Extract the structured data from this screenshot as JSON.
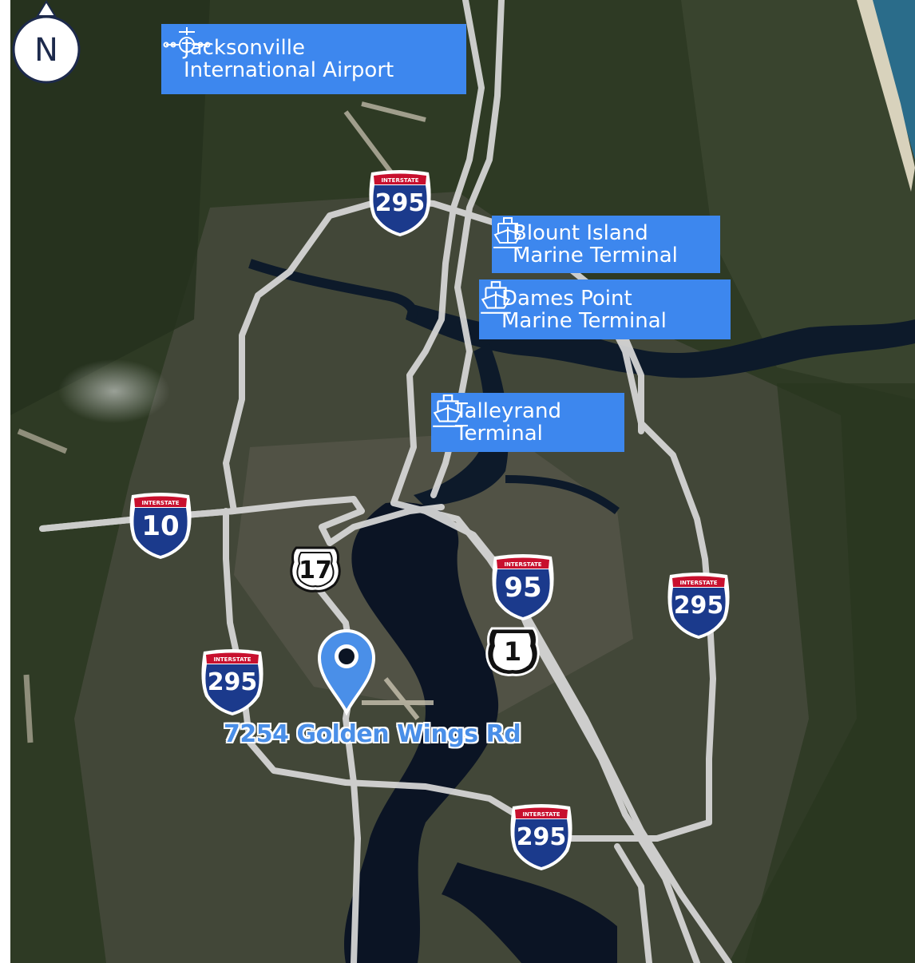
{
  "callouts": {
    "airport": {
      "line1": "Jacksonville",
      "line2": "International Airport",
      "icon": "airplane-icon"
    },
    "blount": {
      "line1": "Blount Island",
      "line2": "Marine Terminal",
      "icon": "ship-icon"
    },
    "dames": {
      "line1": "Dames Point",
      "line2": "Marine Terminal",
      "icon": "ship-icon"
    },
    "talleyrand": {
      "line1": "Talleyrand",
      "line2": "Terminal",
      "icon": "ship-icon"
    }
  },
  "shields": {
    "interstate_caption": "INTERSTATE",
    "i295_north": "295",
    "i10": "10",
    "i95": "95",
    "i295_east": "295",
    "i295_west": "295",
    "i295_south": "295",
    "us17": "17",
    "us1": "1"
  },
  "location": {
    "address": "7254 Golden Wings Rd"
  },
  "compass": {
    "label": "N"
  },
  "colors": {
    "callout": "#3d87ee",
    "interstate_blue": "#1b3a8c",
    "interstate_red": "#c8102e",
    "pin": "#4a8fe8",
    "road": "#d9d9d9",
    "water": "#0b1424"
  }
}
